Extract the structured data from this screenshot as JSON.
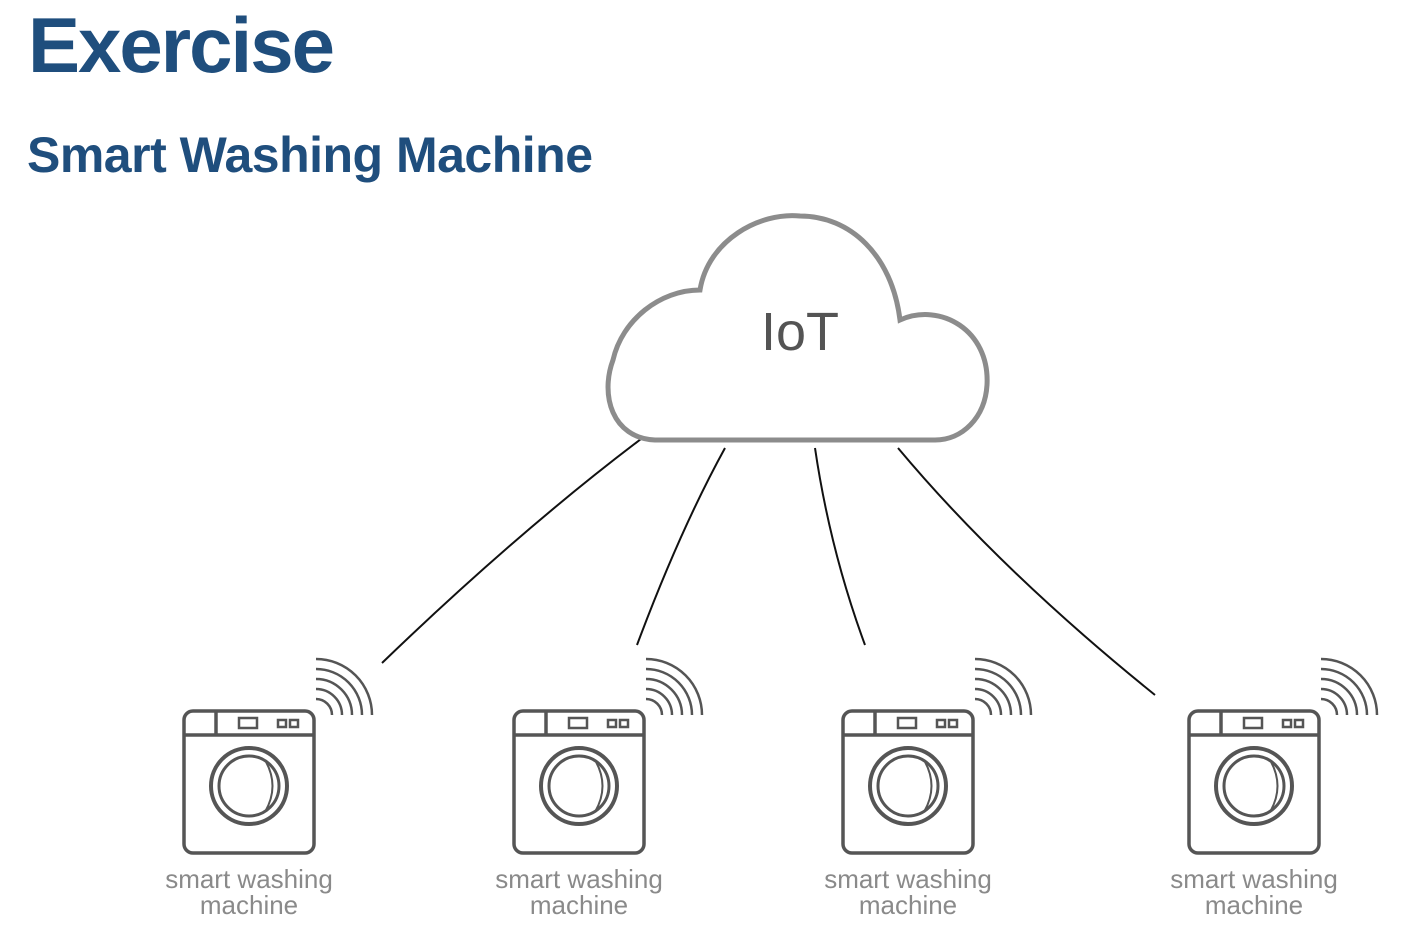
{
  "slide": {
    "title": "Exercise",
    "subtitle": "Smart Washing Machine"
  },
  "diagram": {
    "hub": {
      "label": "IoT",
      "icon": "cloud-icon"
    },
    "machines": [
      {
        "label_line1": "smart washing",
        "label_line2": "machine",
        "icon": "washing-machine-icon"
      },
      {
        "label_line1": "smart washing",
        "label_line2": "machine",
        "icon": "washing-machine-icon"
      },
      {
        "label_line1": "smart washing",
        "label_line2": "machine",
        "icon": "washing-machine-icon"
      },
      {
        "label_line1": "smart washing",
        "label_line2": "machine",
        "icon": "washing-machine-icon"
      }
    ],
    "colors": {
      "heading": "#1f4e7d",
      "cloud_stroke": "#8c8c8c",
      "icon_stroke": "#555555",
      "label_text": "#8a8a8a",
      "connector": "#111111"
    }
  }
}
